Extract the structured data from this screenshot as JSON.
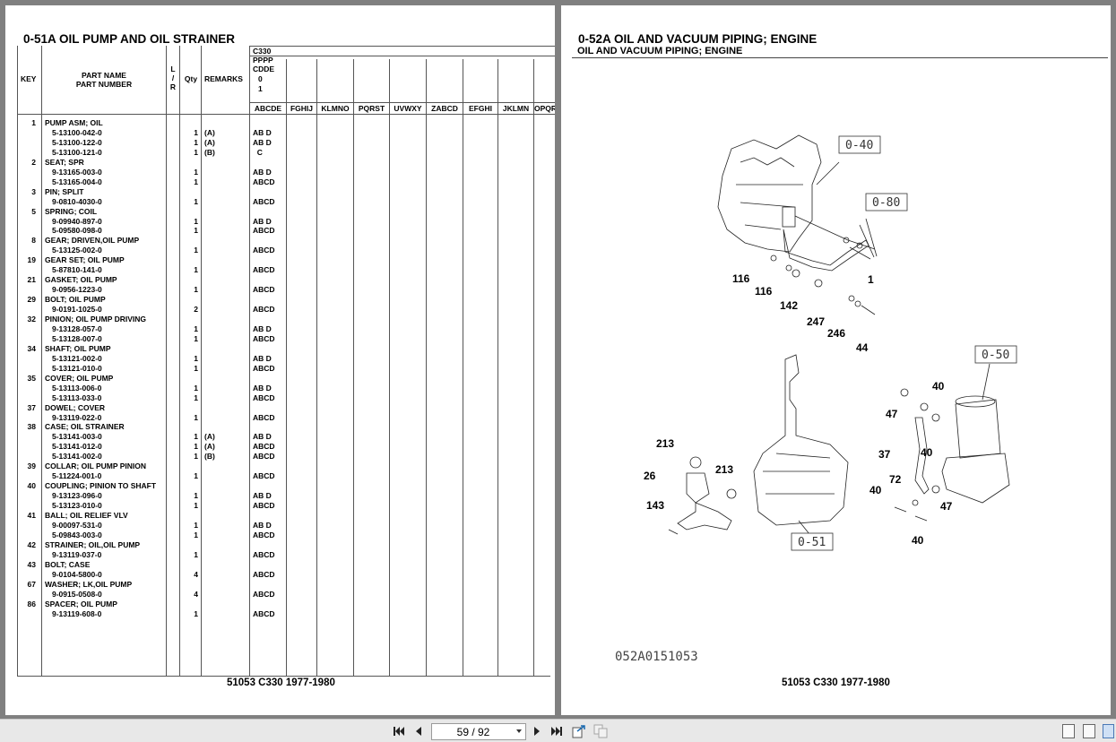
{
  "left_page": {
    "title": "0-51A  OIL PUMP AND OIL STRAINER",
    "footer": "51053 C330 1977-1980",
    "headers": {
      "key": "KEY",
      "part_name": "PART NAME",
      "part_number": "PART NUMBER",
      "lr": "L\n/\nR",
      "qty": "Qty",
      "remarks": "REMARKS",
      "model": "C330",
      "model_code": "PPPP",
      "model_code2": "CDDE",
      "model_code3": "0",
      "model_code4": "1",
      "columns": [
        "ABCDE",
        "FGHIJ",
        "KLMNO",
        "PQRST",
        "UVWXY",
        "ZABCD",
        "EFGHI",
        "JKLMN",
        "OPQR"
      ]
    },
    "rows": [
      {
        "key": "1",
        "name": "PUMP ASM; OIL",
        "qty": "",
        "remarks": "",
        "app": ""
      },
      {
        "key": "",
        "name": "5-13100-042-0",
        "qty": "1",
        "remarks": "(A)",
        "app": "AB D"
      },
      {
        "key": "",
        "name": "5-13100-122-0",
        "qty": "1",
        "remarks": "(A)",
        "app": "AB D"
      },
      {
        "key": "",
        "name": "5-13100-121-0",
        "qty": "1",
        "remarks": "(B)",
        "app": "  C"
      },
      {
        "key": "2",
        "name": "SEAT; SPR",
        "qty": "",
        "remarks": "",
        "app": ""
      },
      {
        "key": "",
        "name": "9-13165-003-0",
        "qty": "1",
        "remarks": "",
        "app": "AB D"
      },
      {
        "key": "",
        "name": "5-13165-004-0",
        "qty": "1",
        "remarks": "",
        "app": "ABCD"
      },
      {
        "key": "3",
        "name": "PIN; SPLIT",
        "qty": "",
        "remarks": "",
        "app": ""
      },
      {
        "key": "",
        "name": "9-0810-4030-0",
        "qty": "1",
        "remarks": "",
        "app": "ABCD"
      },
      {
        "key": "5",
        "name": "SPRING; COIL",
        "qty": "",
        "remarks": "",
        "app": ""
      },
      {
        "key": "",
        "name": "9-09940-897-0",
        "qty": "1",
        "remarks": "",
        "app": "AB D"
      },
      {
        "key": "",
        "name": "5-09580-098-0",
        "qty": "1",
        "remarks": "",
        "app": "ABCD"
      },
      {
        "key": "8",
        "name": "GEAR; DRIVEN,OIL PUMP",
        "qty": "",
        "remarks": "",
        "app": ""
      },
      {
        "key": "",
        "name": "5-13125-002-0",
        "qty": "1",
        "remarks": "",
        "app": "ABCD"
      },
      {
        "key": "19",
        "name": "GEAR SET; OIL PUMP",
        "qty": "",
        "remarks": "",
        "app": ""
      },
      {
        "key": "",
        "name": "5-87810-141-0",
        "qty": "1",
        "remarks": "",
        "app": "ABCD"
      },
      {
        "key": "21",
        "name": "GASKET; OIL PUMP",
        "qty": "",
        "remarks": "",
        "app": ""
      },
      {
        "key": "",
        "name": "9-0956-1223-0",
        "qty": "1",
        "remarks": "",
        "app": "ABCD"
      },
      {
        "key": "29",
        "name": "BOLT; OIL PUMP",
        "qty": "",
        "remarks": "",
        "app": ""
      },
      {
        "key": "",
        "name": "9-0191-1025-0",
        "qty": "2",
        "remarks": "",
        "app": "ABCD"
      },
      {
        "key": "32",
        "name": "PINION; OIL PUMP DRIVING",
        "qty": "",
        "remarks": "",
        "app": ""
      },
      {
        "key": "",
        "name": "9-13128-057-0",
        "qty": "1",
        "remarks": "",
        "app": "AB D"
      },
      {
        "key": "",
        "name": "5-13128-007-0",
        "qty": "1",
        "remarks": "",
        "app": "ABCD"
      },
      {
        "key": "34",
        "name": "SHAFT; OIL PUMP",
        "qty": "",
        "remarks": "",
        "app": ""
      },
      {
        "key": "",
        "name": "5-13121-002-0",
        "qty": "1",
        "remarks": "",
        "app": "AB D"
      },
      {
        "key": "",
        "name": "5-13121-010-0",
        "qty": "1",
        "remarks": "",
        "app": "ABCD"
      },
      {
        "key": "35",
        "name": "COVER; OIL PUMP",
        "qty": "",
        "remarks": "",
        "app": ""
      },
      {
        "key": "",
        "name": "5-13113-006-0",
        "qty": "1",
        "remarks": "",
        "app": "AB D"
      },
      {
        "key": "",
        "name": "5-13113-033-0",
        "qty": "1",
        "remarks": "",
        "app": "ABCD"
      },
      {
        "key": "37",
        "name": "DOWEL; COVER",
        "qty": "",
        "remarks": "",
        "app": ""
      },
      {
        "key": "",
        "name": "9-13119-022-0",
        "qty": "1",
        "remarks": "",
        "app": "ABCD"
      },
      {
        "key": "38",
        "name": "CASE; OIL STRAINER",
        "qty": "",
        "remarks": "",
        "app": ""
      },
      {
        "key": "",
        "name": "5-13141-003-0",
        "qty": "1",
        "remarks": "(A)",
        "app": "AB D"
      },
      {
        "key": "",
        "name": "5-13141-012-0",
        "qty": "1",
        "remarks": "(A)",
        "app": "ABCD"
      },
      {
        "key": "",
        "name": "5-13141-002-0",
        "qty": "1",
        "remarks": "(B)",
        "app": "ABCD"
      },
      {
        "key": "39",
        "name": "COLLAR; OIL PUMP PINION",
        "qty": "",
        "remarks": "",
        "app": ""
      },
      {
        "key": "",
        "name": "5-11224-001-0",
        "qty": "1",
        "remarks": "",
        "app": "ABCD"
      },
      {
        "key": "40",
        "name": "COUPLING; PINION TO SHAFT",
        "qty": "",
        "remarks": "",
        "app": ""
      },
      {
        "key": "",
        "name": "9-13123-096-0",
        "qty": "1",
        "remarks": "",
        "app": "AB D"
      },
      {
        "key": "",
        "name": "5-13123-010-0",
        "qty": "1",
        "remarks": "",
        "app": "ABCD"
      },
      {
        "key": "41",
        "name": "BALL; OIL RELIEF VLV",
        "qty": "",
        "remarks": "",
        "app": ""
      },
      {
        "key": "",
        "name": "9-00097-531-0",
        "qty": "1",
        "remarks": "",
        "app": "AB D"
      },
      {
        "key": "",
        "name": "5-09843-003-0",
        "qty": "1",
        "remarks": "",
        "app": "ABCD"
      },
      {
        "key": "42",
        "name": "STRAINER; OIL,OIL PUMP",
        "qty": "",
        "remarks": "",
        "app": ""
      },
      {
        "key": "",
        "name": "9-13119-037-0",
        "qty": "1",
        "remarks": "",
        "app": "ABCD"
      },
      {
        "key": "43",
        "name": "BOLT; CASE",
        "qty": "",
        "remarks": "",
        "app": ""
      },
      {
        "key": "",
        "name": "9-0104-5800-0",
        "qty": "4",
        "remarks": "",
        "app": "ABCD"
      },
      {
        "key": "67",
        "name": "WASHER; LK,OIL PUMP",
        "qty": "",
        "remarks": "",
        "app": ""
      },
      {
        "key": "",
        "name": "9-0915-0508-0",
        "qty": "4",
        "remarks": "",
        "app": "ABCD"
      },
      {
        "key": "86",
        "name": "SPACER; OIL PUMP",
        "qty": "",
        "remarks": "",
        "app": ""
      },
      {
        "key": "",
        "name": "9-13119-608-0",
        "qty": "1",
        "remarks": "",
        "app": "ABCD"
      }
    ]
  },
  "right_page": {
    "title": "0-52A  OIL AND VACUUM PIPING; ENGINE",
    "subtitle": "OIL AND VACUUM PIPING; ENGINE",
    "footer": "51053 C330 1977-1980",
    "figure_code": "052A0151053",
    "ref_boxes": [
      "0-40",
      "0-80",
      "0-50",
      "0-51"
    ],
    "callouts": [
      "116",
      "116",
      "142",
      "1",
      "247",
      "246",
      "44",
      "213",
      "26",
      "213",
      "143",
      "47",
      "40",
      "37",
      "40",
      "72",
      "40",
      "47",
      "40"
    ]
  },
  "toolbar": {
    "page_indicator": "59 / 92",
    "first_icon": "first-page-icon",
    "prev_icon": "prev-page-icon",
    "next_icon": "next-page-icon",
    "last_icon": "last-page-icon"
  }
}
